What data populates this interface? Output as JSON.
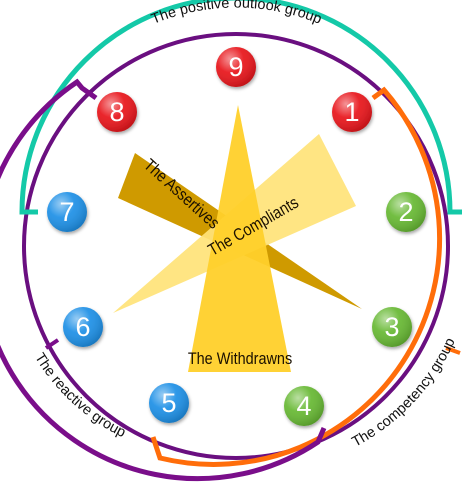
{
  "group_labels": {
    "positive": "The positive outlook group",
    "competency": "The competency group",
    "reactive": "The reactive group"
  },
  "triangle_labels": {
    "assertives": "The Assertives",
    "compliants": "The Compliants",
    "withdrawns": "The Withdrawns"
  },
  "nodes": [
    {
      "label": "1",
      "color": "#e8141a"
    },
    {
      "label": "2",
      "color": "#66b832"
    },
    {
      "label": "3",
      "color": "#66b832"
    },
    {
      "label": "4",
      "color": "#66b832"
    },
    {
      "label": "5",
      "color": "#1c8fe6"
    },
    {
      "label": "6",
      "color": "#1c8fe6"
    },
    {
      "label": "7",
      "color": "#1c8fe6"
    },
    {
      "label": "8",
      "color": "#e8141a"
    },
    {
      "label": "9",
      "color": "#e8141a"
    }
  ],
  "colors": {
    "circle": "#6a0f80",
    "positive_bracket": "#14c9a8",
    "competency_bracket": "#ff6d0a",
    "reactive_bracket": "#7a0e8a",
    "assertives_triangle": "#cf9a00",
    "compliants_triangle": "#ffe37a",
    "withdrawns_triangle": "#ffd02a"
  }
}
